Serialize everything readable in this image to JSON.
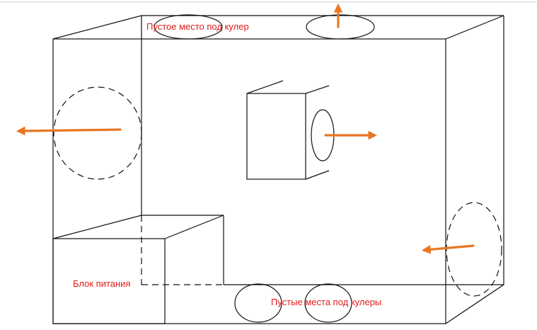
{
  "labels": {
    "top_empty_fan": "Пустое место под кулер",
    "power_supply": "Блок питания",
    "bottom_empty_fans": "Пустые места под кулеры"
  },
  "colors": {
    "label_text": "#e01b1b",
    "airflow_arrow": "#e87722",
    "lines": "#111111"
  },
  "airflow": {
    "top_fan": "up",
    "rear_fan": "left",
    "cpu_cooler": "right",
    "front_fan": "left"
  }
}
